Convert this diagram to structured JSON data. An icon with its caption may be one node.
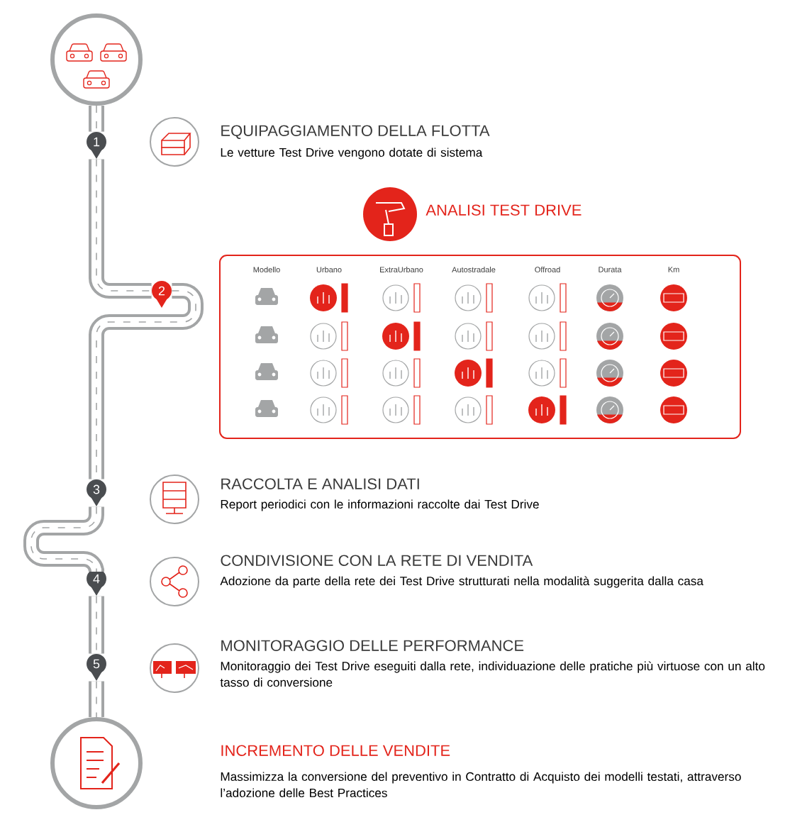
{
  "diagram": {
    "nodes": [
      {
        "text": [],
        "shape": "circle"
      },
      {
        "text": [
          "1"
        ]
      },
      {
        "text": [
          "2"
        ]
      },
      {
        "text": [
          "3"
        ]
      },
      {
        "text": [
          "4"
        ]
      },
      {
        "text": [
          "5"
        ]
      },
      {
        "text": [],
        "shape": "circle"
      }
    ],
    "edges": [
      {
        "from": 0,
        "to": 1,
        "arrow": "none"
      },
      {
        "from": 1,
        "to": 2,
        "arrow": "none"
      },
      {
        "from": 2,
        "to": 3,
        "arrow": "none"
      },
      {
        "from": 3,
        "to": 4,
        "arrow": "none"
      },
      {
        "from": 4,
        "to": 5,
        "arrow": "none"
      },
      {
        "from": 5,
        "to": 6,
        "arrow": "none"
      }
    ],
    "labels": [
      "EQUIPAGGIAMENTO DELLA FLOTTA",
      "Le vetture Test Drive vengono dotate di sistema",
      "ANALISI TEST DRIVE",
      "Modello",
      "Urbano",
      "ExtraUrbano",
      "Autostradale",
      "Offroad",
      "Durata",
      "Km",
      "RACCOLTA E ANALISI DATI",
      "Report periodici con le informazioni raccolte dai Test Drive",
      "CONDIVISIONE CON LA RETE DI VENDITA",
      "Adozione da parte della rete dei Test Drive strutturati nella modalità suggerita dalla casa",
      "MONITORAGGIO DELLE PERFORMANCE",
      "Monitoraggio dei Test Drive eseguiti dalla rete, individuazione delle pratiche più virtuose con un alto tasso di conversione",
      "INCREMENTO DELLE VENDITE",
      "Massimizza la conversione del preventivo in Contratto di Acquisto dei modelli testati, attraverso l’adozione delle Best Practices"
    ]
  }
}
